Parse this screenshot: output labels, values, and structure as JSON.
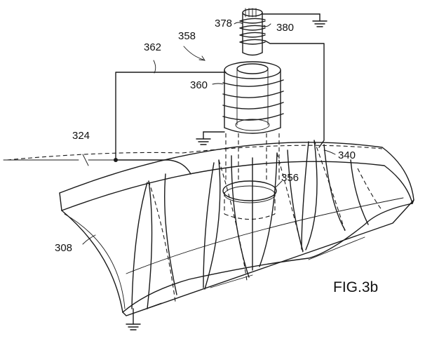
{
  "figure_label": "FIG.3b",
  "reference_numerals": {
    "n378": "378",
    "n380": "380",
    "n358": "358",
    "n362": "362",
    "n360": "360",
    "n324": "324",
    "n340": "340",
    "n356": "356",
    "n308": "308"
  }
}
